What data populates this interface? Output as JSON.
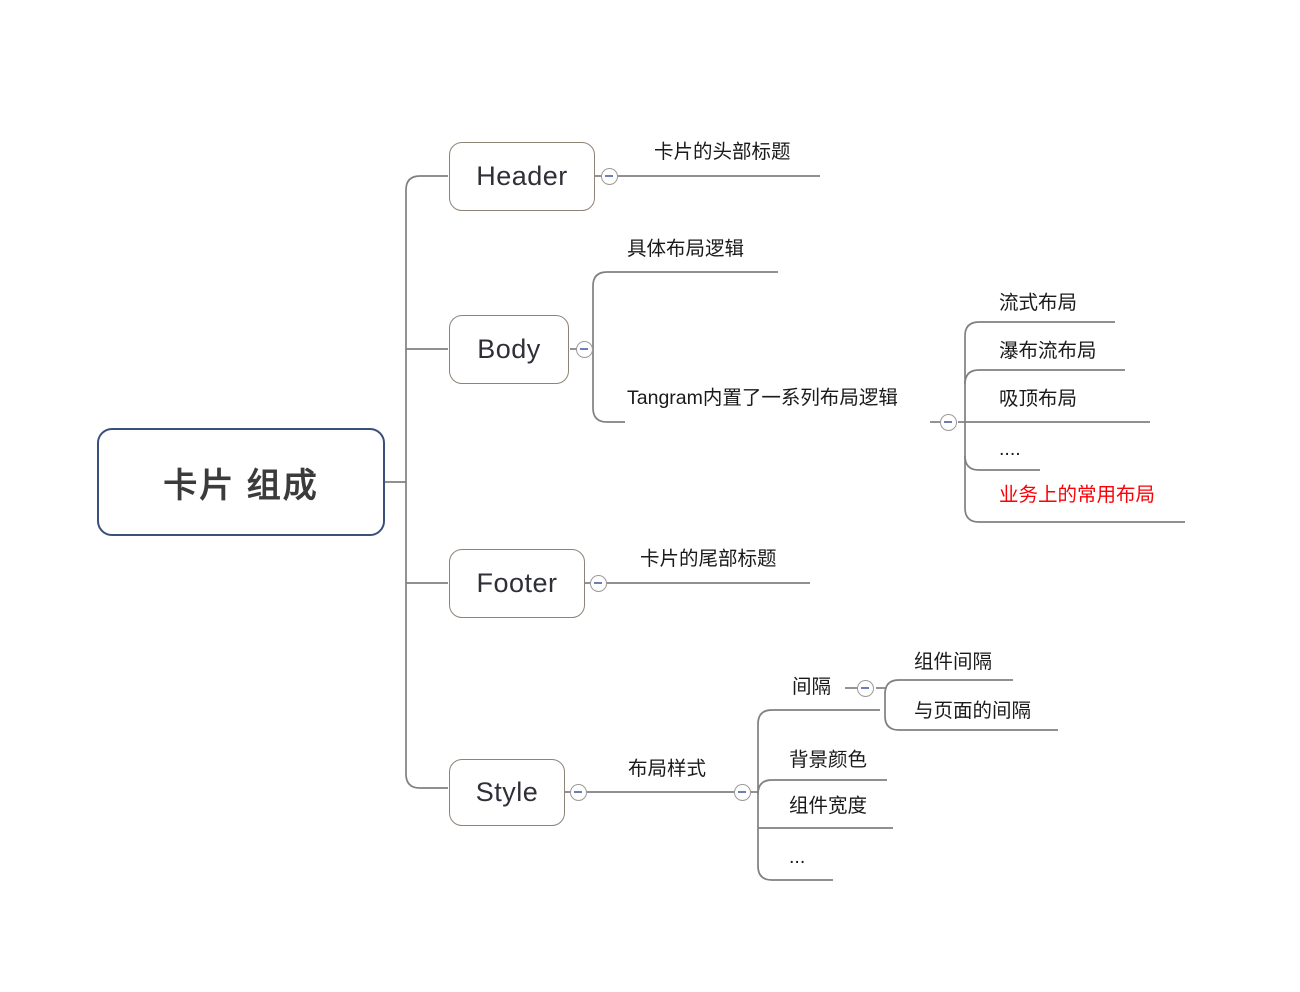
{
  "diagram": {
    "type": "mindmap",
    "title": "卡片 组成",
    "root": {
      "label": "卡片 组成",
      "border_color": "#3b4f7d"
    },
    "line_color": "#808080",
    "highlight_color": "#fb0007",
    "branches": [
      {
        "id": "header",
        "label": "Header",
        "toggle": "collapse-toggle",
        "children": [
          {
            "label": "卡片的头部标题"
          }
        ]
      },
      {
        "id": "body",
        "label": "Body",
        "toggle": "collapse-toggle",
        "children": [
          {
            "label": "具体布局逻辑"
          },
          {
            "label": "Tangram内置了一系列布局逻辑",
            "toggle": "collapse-toggle",
            "children": [
              {
                "label": "流式布局"
              },
              {
                "label": "瀑布流布局"
              },
              {
                "label": "吸顶布局"
              },
              {
                "label": "...."
              },
              {
                "label": "业务上的常用布局",
                "color": "#fb0007"
              }
            ]
          }
        ]
      },
      {
        "id": "footer",
        "label": "Footer",
        "toggle": "collapse-toggle",
        "children": [
          {
            "label": "卡片的尾部标题"
          }
        ]
      },
      {
        "id": "style",
        "label": "Style",
        "toggle": "collapse-toggle",
        "children": [
          {
            "label": "布局样式",
            "toggle": "collapse-toggle",
            "children": [
              {
                "label": "间隔",
                "toggle": "collapse-toggle",
                "children": [
                  {
                    "label": "组件间隔"
                  },
                  {
                    "label": "与页面的间隔"
                  }
                ]
              },
              {
                "label": "背景颜色"
              },
              {
                "label": "组件宽度"
              },
              {
                "label": "..."
              }
            ]
          }
        ]
      }
    ]
  }
}
